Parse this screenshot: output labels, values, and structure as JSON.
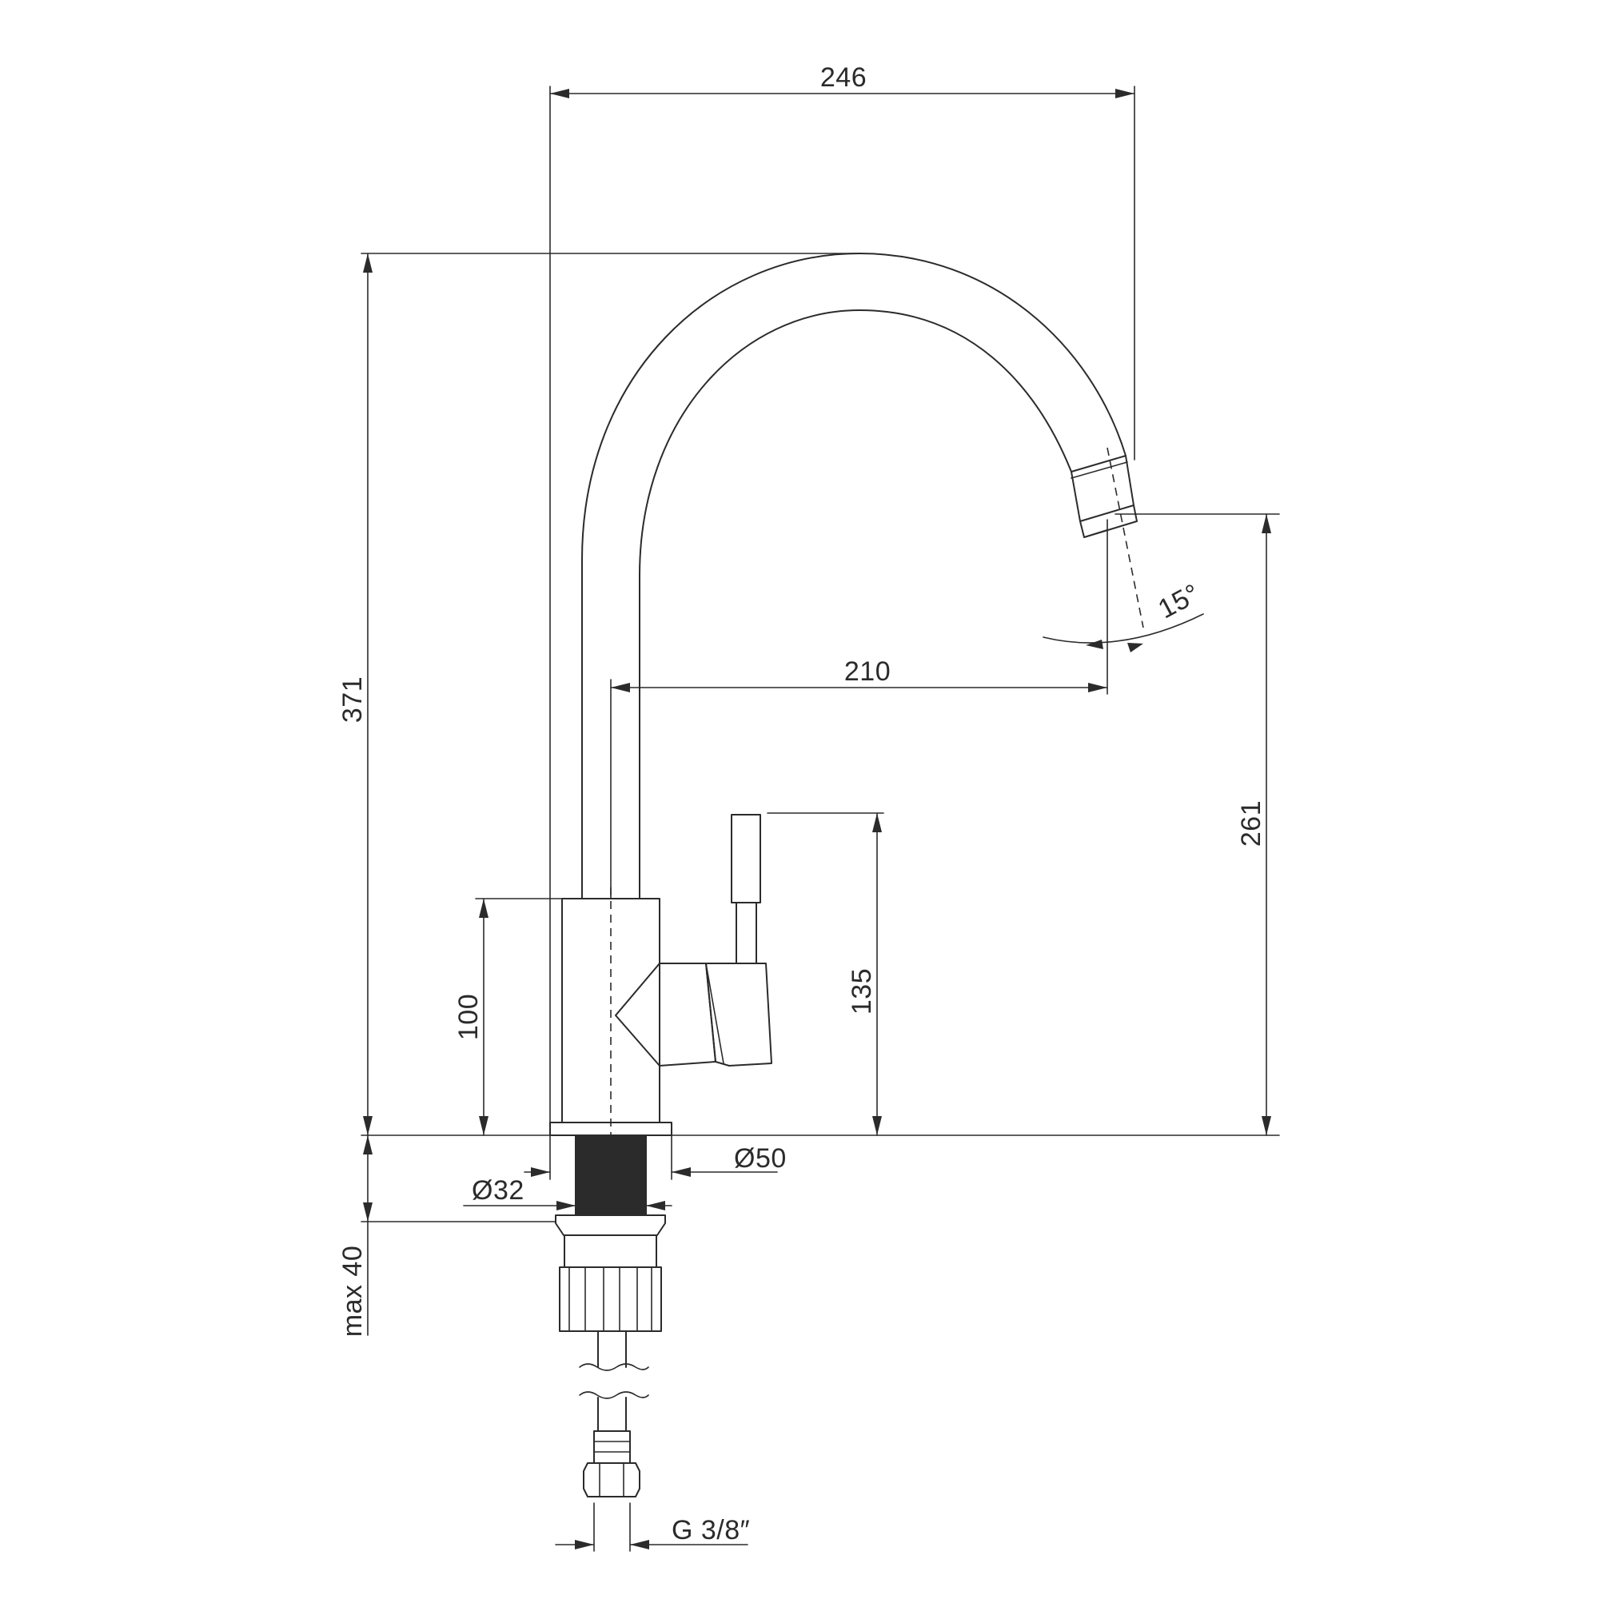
{
  "drawing": {
    "subject": "kitchen-faucet",
    "dimensions": {
      "width_total": "246",
      "height_total": "371",
      "spout_reach": "210",
      "spout_height": "261",
      "lever_height": "135",
      "body_height": "100",
      "swivel_angle": "15°",
      "base_diameter": "Ø50",
      "shank_diameter": "Ø32",
      "max_countertop": "max 40",
      "hose_thread": "G 3/8″"
    }
  }
}
